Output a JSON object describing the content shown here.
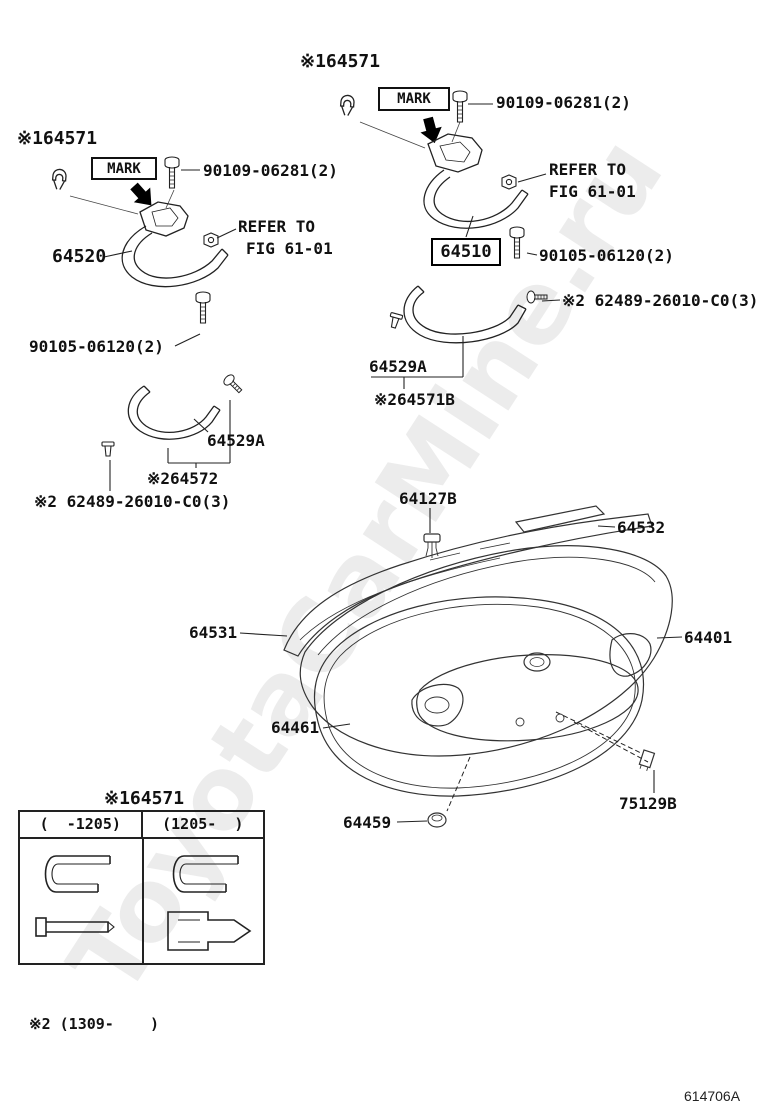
{
  "diagram": {
    "code": "614706A",
    "watermark": "ToyotaCarMine.ru"
  },
  "shared": {
    "mark": "MARK",
    "refer_line1": "REFER TO",
    "refer_line2": "FIG 61-01",
    "bolt_90109": "90109-06281(2)",
    "bolt_90105": "90105-06120(2)",
    "screw_62489": "※2 62489-26010-C0(3)"
  },
  "parts": {
    "p64571_ref": "※164571",
    "p64510": "64510",
    "p64520": "64520",
    "p64529a": "64529A",
    "p64571b": "※264571B",
    "p64572": "※264572",
    "p64127b": "64127B",
    "p64532": "64532",
    "p64531": "64531",
    "p64401": "64401",
    "p64461": "64461",
    "p75129b": "75129B",
    "p64459": "64459"
  },
  "table": {
    "col1": "(  -1205)",
    "col2": "(1205-  )"
  },
  "note_applicability": "※2 (1309-    )"
}
